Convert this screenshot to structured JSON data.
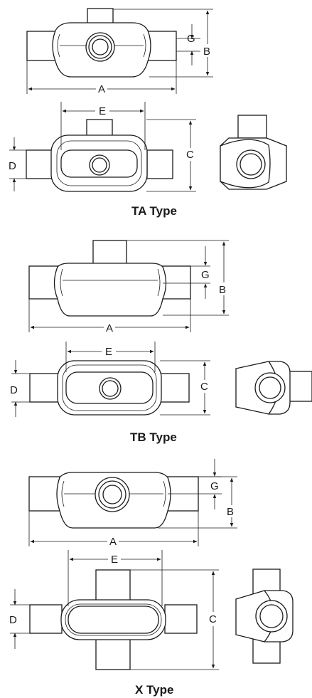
{
  "figures": [
    {
      "caption": "TA Type"
    },
    {
      "caption": "TB Type"
    },
    {
      "caption": "X Type"
    }
  ],
  "dimension_labels": {
    "a": "A",
    "b": "B",
    "c": "C",
    "d": "D",
    "e": "E",
    "g": "G"
  }
}
